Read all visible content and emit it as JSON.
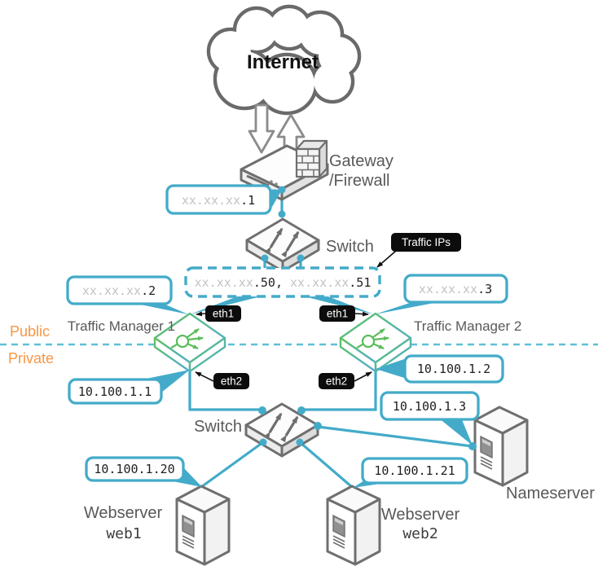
{
  "title": "Network architecture diagram",
  "colors": {
    "accent_teal": "#43abc9",
    "zone_orange": "#F79646",
    "badge_black": "#0c0c0c",
    "device_gray": "#6f6f6f",
    "label_gray": "#595959",
    "ip_placeholder_gray": "#c3c3c3",
    "tm_green": "#5bbd5b",
    "tm_blue": "#58a8d8"
  },
  "internet": {
    "label": "Internet"
  },
  "gateway": {
    "label_line1": "Gateway",
    "label_line2": "/Firewall",
    "ip": {
      "prefix": "xx.xx.xx",
      "suffix": ".1"
    }
  },
  "switch_public": {
    "label": "Switch"
  },
  "traffic_ip_group": {
    "badge": "Traffic IPs",
    "prefix1": "xx.xx.xx",
    "suffix1": ".50, ",
    "prefix2": "xx.xx.xx",
    "suffix2": ".51"
  },
  "zones": {
    "public": "Public",
    "private": "Private"
  },
  "tm1": {
    "label": "Traffic Manager 1",
    "eth1": "eth1",
    "eth2": "eth2",
    "public_ip": {
      "prefix": "xx.xx.xx",
      "suffix": ".2"
    },
    "private_ip": "10.100.1.1"
  },
  "tm2": {
    "label": "Traffic Manager 2",
    "eth1": "eth1",
    "eth2": "eth2",
    "public_ip": {
      "prefix": "xx.xx.xx",
      "suffix": ".3"
    },
    "private_ip": "10.100.1.2"
  },
  "switch_private": {
    "label": "Switch"
  },
  "web1": {
    "label": "Webserver",
    "hostname": "web1",
    "ip": "10.100.1.20"
  },
  "web2": {
    "label": "Webserver",
    "hostname": "web2",
    "ip": "10.100.1.21"
  },
  "nameserver": {
    "label": "Nameserver",
    "ip": "10.100.1.3"
  }
}
